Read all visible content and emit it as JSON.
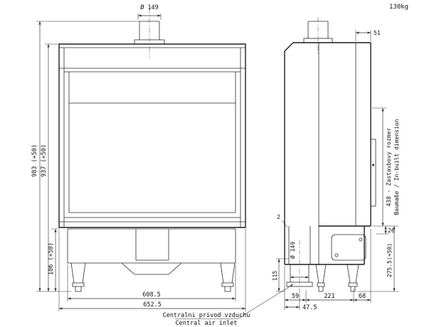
{
  "title": {
    "weight": "130kg"
  },
  "front_view": {
    "flue_diameter": "Ø 149",
    "dim_height_total": "983 (+50)",
    "dim_height_body": "937 (+50)",
    "dim_height_base": "106 (+50)",
    "dim_width_inner": "608.5",
    "dim_width_overall": "652.5"
  },
  "side_view": {
    "dim_top_rear": "51",
    "dim_inbuilt_line1": "438 - Zastavbovy rozmer",
    "dim_inbuilt_line2": "Baumaße / In-built dimension",
    "dim_rear_gap": "26",
    "dim_rear_height": "275.5(+50)",
    "dim_front_gap": "2",
    "dim_air_diameter": "Ø 149",
    "dim_air_height": "115",
    "dim_depth_front": "59",
    "dim_depth_mid": "221",
    "dim_depth_rear": "68",
    "dim_air_offset": "47.5"
  },
  "callout": {
    "air_inlet_line1": "Centralni privod vzduchu",
    "air_inlet_line2": "Central air inlet"
  }
}
